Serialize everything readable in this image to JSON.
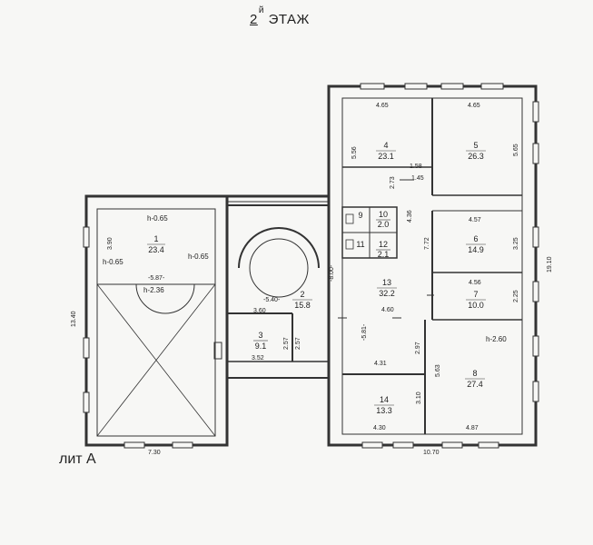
{
  "header": {
    "floor_number": "2",
    "floor_suffix": "й",
    "floor_word": "ЭТАЖ"
  },
  "footer": {
    "building_label": "лит А"
  },
  "rooms": [
    {
      "num": "1",
      "area": "23.4"
    },
    {
      "num": "2",
      "area": "15.8"
    },
    {
      "num": "3",
      "area": "9.1"
    },
    {
      "num": "4",
      "area": "23.1"
    },
    {
      "num": "5",
      "area": "26.3"
    },
    {
      "num": "6",
      "area": "14.9"
    },
    {
      "num": "7",
      "area": "10.0"
    },
    {
      "num": "8",
      "area": "27.4"
    },
    {
      "num": "10",
      "area": "2.0"
    },
    {
      "num": "12",
      "area": "2.1"
    },
    {
      "num": "13",
      "area": "32.2"
    },
    {
      "num": "14",
      "area": "13.3"
    }
  ],
  "small_labels": {
    "wc_top": "9",
    "wc_bottom": "11"
  },
  "dimensions": {
    "top_left_4": "4.65",
    "top_right_5": "4.65",
    "room4_side": "5.56",
    "room5_side": "5.65",
    "d158": "1.58",
    "d145": "1.45",
    "d273": "2.73",
    "d436": "4.36",
    "d772": "7.72",
    "d457": "4.57",
    "d325": "3.25",
    "d1910": "19.10",
    "d456": "4.56",
    "d225": "2.25",
    "h260": "h-2.60",
    "d460": "4.60",
    "d581": "-5.81-",
    "d800": "-8.00-",
    "d297": "2.97",
    "d431": "4.31",
    "d563": "5.63",
    "d310": "3.10",
    "d430": "4.30",
    "d487": "4.87",
    "d1070": "10.70",
    "d730": "7.30",
    "d1340": "13.40",
    "d390": "3.90",
    "h065a": "h-0.65",
    "h065b": "h-0.65",
    "h065c": "h-0.65",
    "d587": "-5.87-",
    "h236": "h-2.36",
    "d540": "-5.40-",
    "d360": "3.60",
    "d257a": "2.57",
    "d257b": "2.57",
    "d352": "3.52"
  }
}
